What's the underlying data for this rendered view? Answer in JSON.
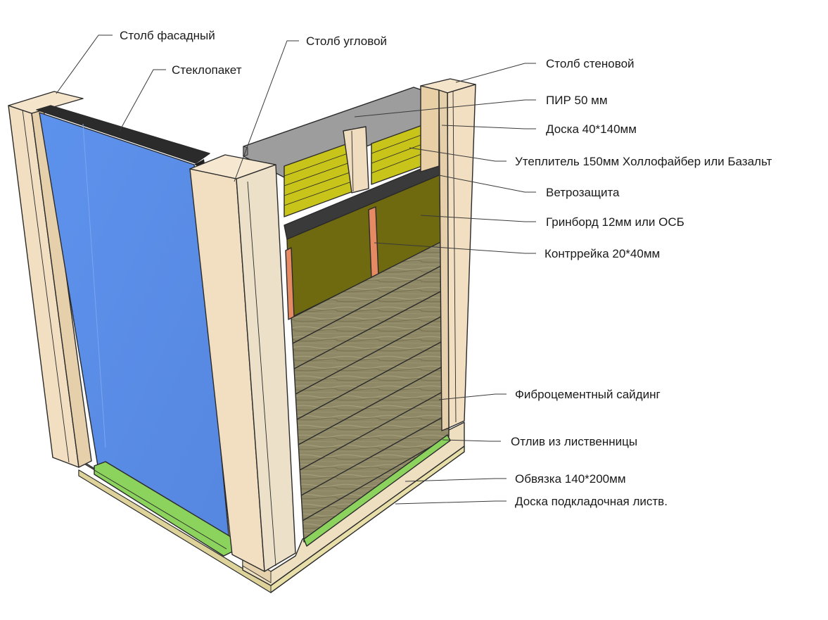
{
  "labels": {
    "post_facade": "Столб фасадный",
    "glass_unit": "Стеклопакет",
    "post_corner": "Столб угловой",
    "post_wall": "Столб стеновой",
    "pir": "ПИР 50 мм",
    "board": "Доска 40*140мм",
    "insulation": "Утеплитель 150мм Холлофайбер или Базальт",
    "wind_barrier": "Ветрозащита",
    "greenboard": "Гринборд 12мм или ОСБ",
    "counter_batten": "Контррейка 20*40мм",
    "siding": "Фиброцементный сайдинг",
    "drip": "Отлив из лиственницы",
    "frame_beam": "Обвязка 140*200мм",
    "base_board": "Доска подкладочная листв."
  },
  "colors": {
    "post_wood": "#f2dfc2",
    "post_shade": "#e2cba8",
    "glass": "#5b8fe8",
    "pir": "#9d9d9d",
    "insulation": "#c8c419",
    "greenboard": "#6f6a0f",
    "wind_barrier": "#3d3d3d",
    "counter_batten": "#e58a62",
    "siding": "#8c8666",
    "drip_green": "#86cf5a",
    "base_board": "#e6dca6"
  }
}
